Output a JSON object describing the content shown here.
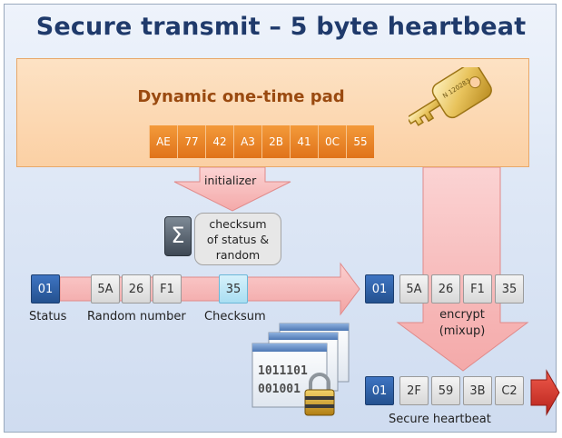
{
  "title": "Secure transmit – 5 byte heartbeat",
  "pad": {
    "title": "Dynamic one-time pad",
    "bytes": [
      "AE",
      "77",
      "42",
      "A3",
      "2B",
      "41",
      "0C",
      "55"
    ]
  },
  "key_serial": "N 120283",
  "initializer_label": "initializer",
  "checksum_note": [
    "checksum",
    "of status &",
    "random"
  ],
  "input_packet": {
    "status": "01",
    "random": [
      "5A",
      "26",
      "F1"
    ],
    "checksum": "35"
  },
  "labels": {
    "status": "Status",
    "random": "Random number",
    "checksum": "Checksum"
  },
  "combined_packet": [
    "01",
    "5A",
    "26",
    "F1",
    "35"
  ],
  "encrypt_label": [
    "encrypt",
    "(mixup)"
  ],
  "secure_packet": [
    "01",
    "2F",
    "59",
    "3B",
    "C2"
  ],
  "secure_label": "Secure heartbeat",
  "binary_text": [
    "1011101",
    "001001"
  ],
  "colors": {
    "title": "#1f3a6b",
    "pad_fill": "#fbd0a4",
    "pad_bytes": "#e0731a",
    "status_byte": "#2f5fa5",
    "flow_arrow": "#f7b7b7",
    "output_arrow": "#d9342b"
  }
}
